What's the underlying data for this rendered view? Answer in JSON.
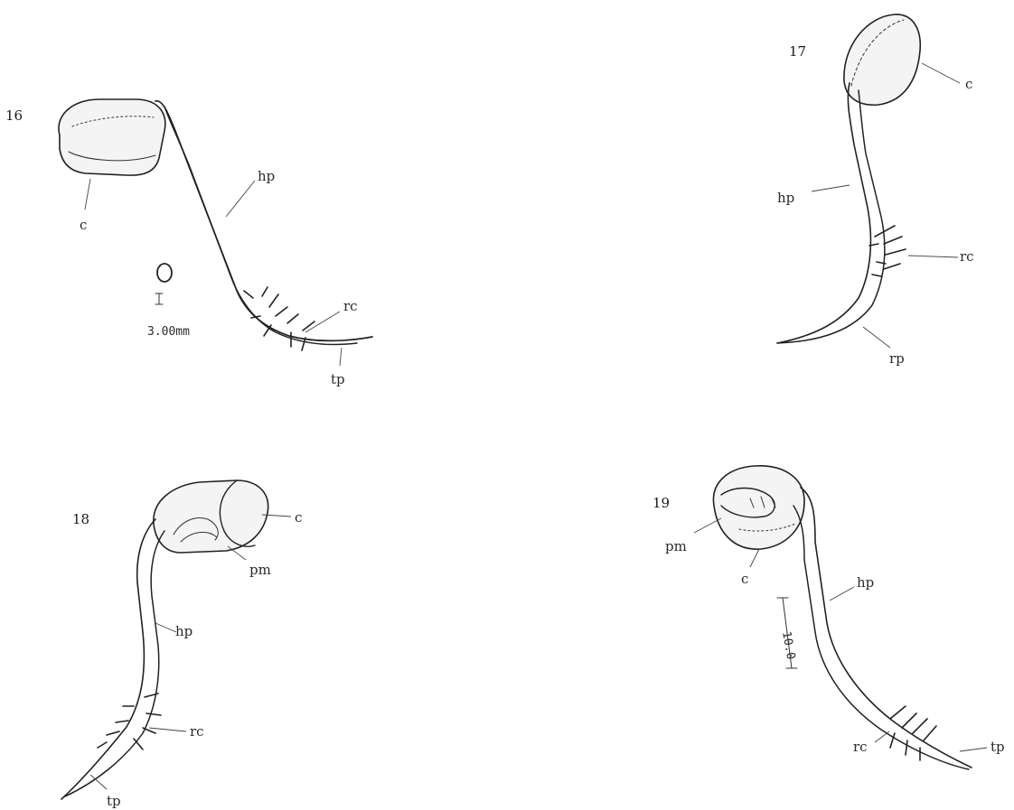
{
  "figures": [
    {
      "number": "16",
      "labels": {
        "cotyledon": "c",
        "hypocotyl": "hp",
        "root_collar": "rc",
        "taproot": "tp"
      },
      "scale_bar": "3.00mm"
    },
    {
      "number": "17",
      "labels": {
        "cotyledon": "c",
        "hypocotyl": "hp",
        "root_collar": "rc",
        "taproot": "rp"
      }
    },
    {
      "number": "18",
      "labels": {
        "cotyledon": "c",
        "primordium": "pm",
        "hypocotyl": "hp",
        "root_collar": "rc",
        "taproot": "tp"
      }
    },
    {
      "number": "19",
      "labels": {
        "primordium": "pm",
        "cotyledon": "c",
        "hypocotyl": "hp",
        "root_collar": "rc",
        "taproot": "tp"
      },
      "scale_bar": "10.0"
    }
  ]
}
